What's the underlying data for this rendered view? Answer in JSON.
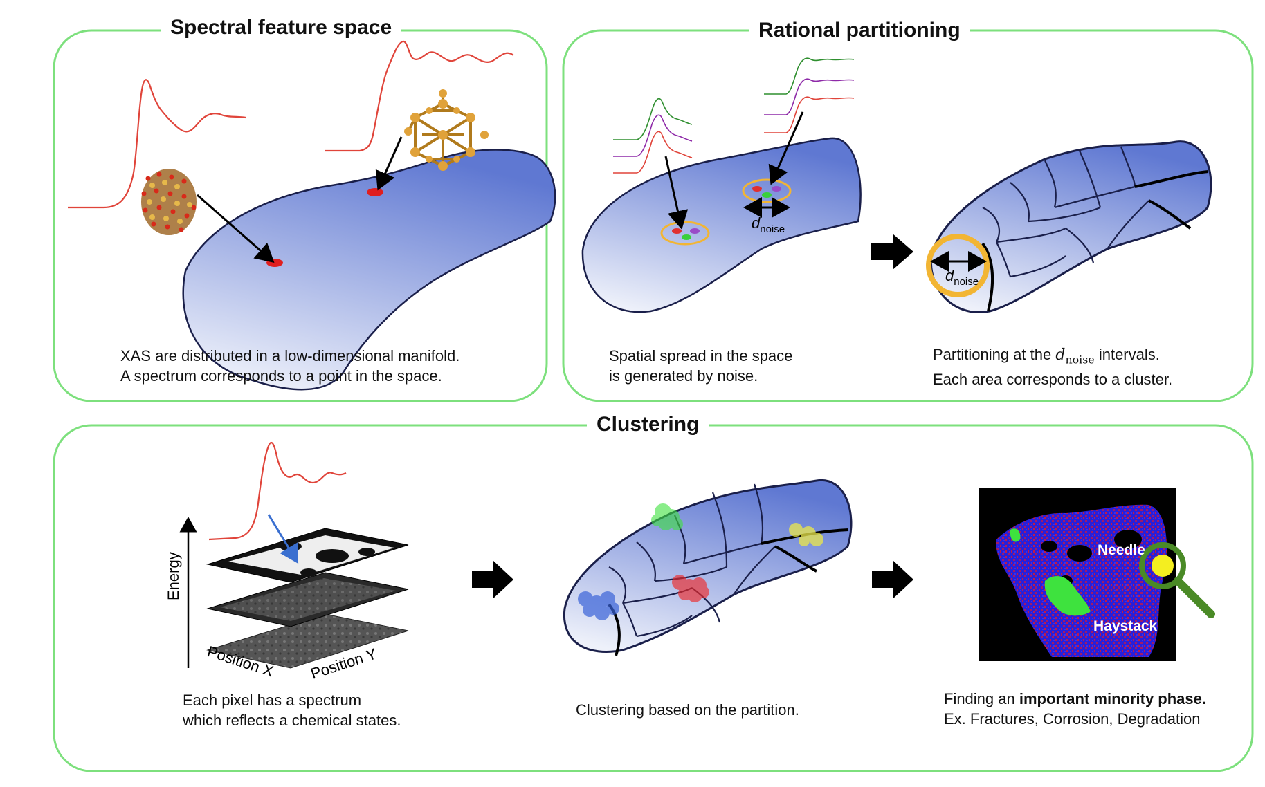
{
  "panels": {
    "spectral": {
      "title": "Spectral feature space",
      "caption": [
        "XAS are distributed in a low-dimensional manifold.",
        "A spectrum corresponds to a point in the space."
      ]
    },
    "rational": {
      "title": "Rational partitioning",
      "caption_left": [
        "Spatial spread in the space",
        "is generated by noise."
      ],
      "caption_right": {
        "before": "Partitioning at the ",
        "d": "d",
        "sub": "noise",
        "after": " intervals.",
        "line2": "Each area corresponds to a cluster."
      },
      "dnoise_d": "d",
      "dnoise_sub": "noise"
    },
    "clustering": {
      "title": "Clustering",
      "axis_energy": "Energy",
      "axis_x": "Position X",
      "axis_y": "Position Y",
      "caption_left": [
        "Each pixel has a spectrum",
        "which reflects a chemical states."
      ],
      "caption_mid": "Clustering based on the partition.",
      "caption_right_prefix": "Finding an ",
      "caption_right_bold": "important minority phase.",
      "caption_right_line2": "Ex. Fractures, Corrosion, Degradation",
      "label_needle": "Needle",
      "label_haystack": "Haystack"
    }
  },
  "colors": {
    "panel_border": "#7de07d",
    "manifold_top": "#6f86d6",
    "manifold_bottom": "#e8ecf8",
    "spectrum_red": "#e0443a",
    "spectrum_green": "#2f8f2f",
    "spectrum_purple": "#8e2aa8",
    "noise_ring": "#f2b533",
    "cluster_green": "#3ee23e",
    "cluster_yellow": "#ece84a",
    "cluster_red": "#ee2a2a",
    "cluster_blue": "#3a63d8"
  },
  "icons": [
    "arrow-right-icon",
    "magnifier-icon",
    "crystal-structure-icon"
  ]
}
